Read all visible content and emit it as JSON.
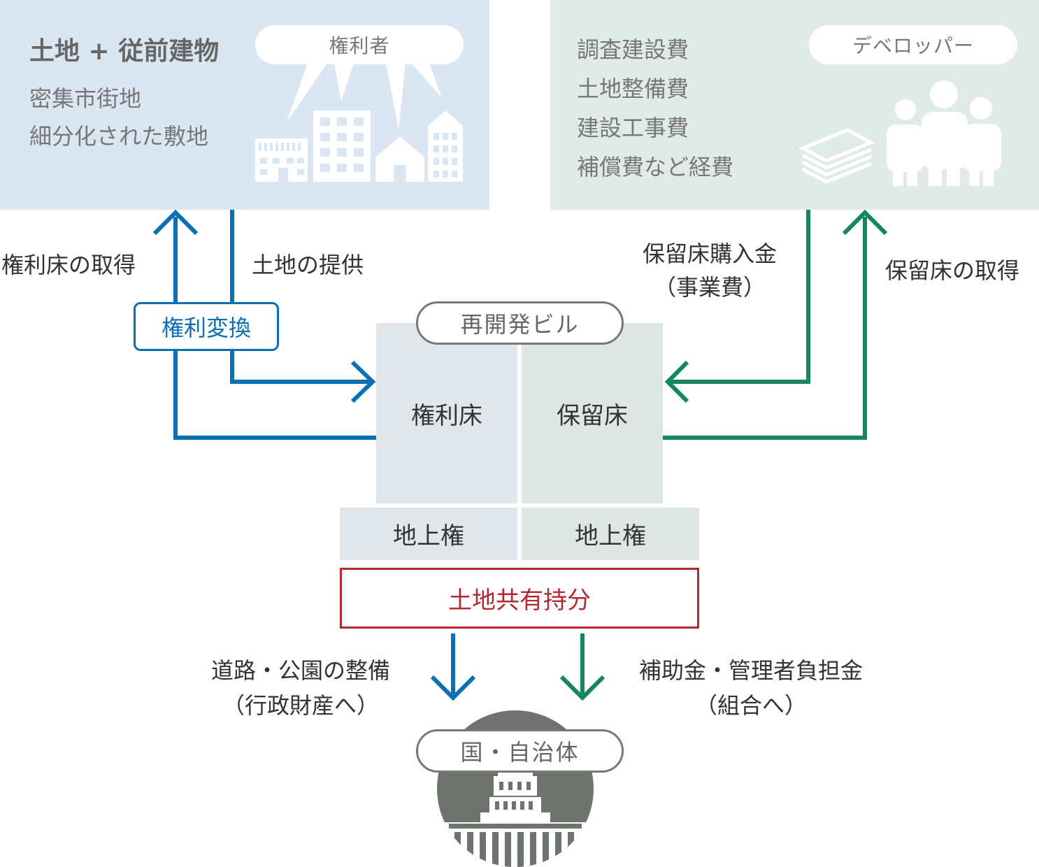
{
  "rights_holder": {
    "title": "土地 + 従前建物",
    "lines": [
      "密集市街地",
      "細分化された敷地"
    ],
    "badge": "権利者"
  },
  "developer": {
    "costs": [
      "調査建設費",
      "土地整備費",
      "建設工事費",
      "補償費など経費"
    ],
    "badge": "デベロッパー"
  },
  "flows": {
    "rights_floor_acquisition": "権利床の取得",
    "land_provision": "土地の提供",
    "rights_conversion": "権利変換",
    "reserved_floor_payment": "保留床購入金",
    "reserved_floor_payment_note": "（事業費）",
    "reserved_floor_acquisition": "保留床の取得"
  },
  "building": {
    "label": "再開発ビル",
    "rights_floor": "権利床",
    "reserved_floor": "保留床",
    "surface_rights_left": "地上権",
    "surface_rights_right": "地上権",
    "land_share": "土地共有持分"
  },
  "public": {
    "roads_parks": "道路・公園の整備",
    "roads_parks_note": "（行政財産へ）",
    "subsidy": "補助金・管理者負担金",
    "subsidy_note": "（組合へ）",
    "government": "国・自治体"
  },
  "colors": {
    "blue": "#0b6fb3",
    "green": "#14885c",
    "red": "#b5282d",
    "left_panel": "#dae6f2",
    "right_panel": "#e0ebe8",
    "gray_dark": "#6e7370"
  }
}
